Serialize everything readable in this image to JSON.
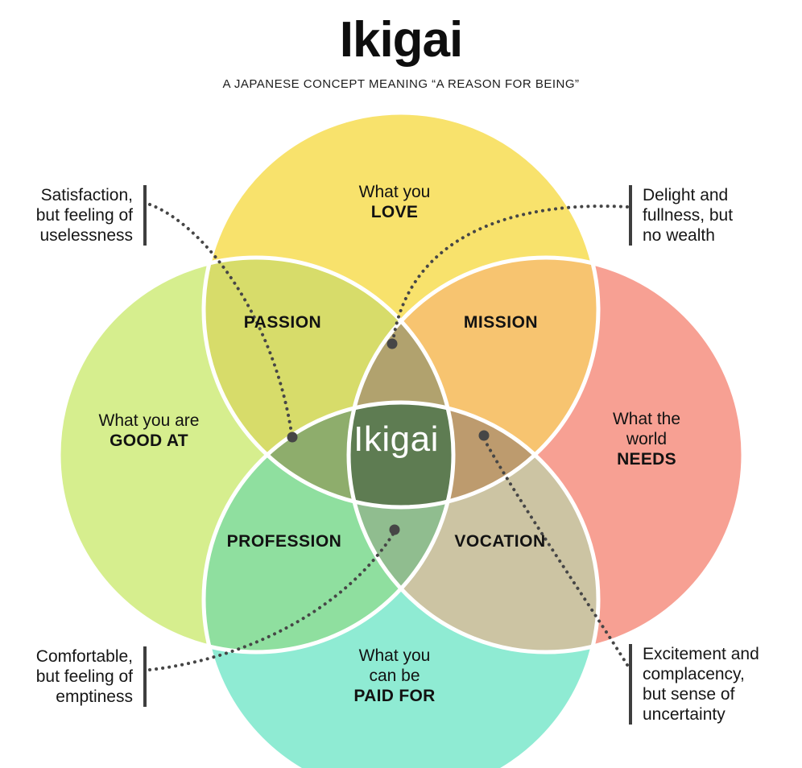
{
  "header": {
    "title": "Ikigai",
    "subtitle": "A JAPANESE CONCEPT MEANING “A REASON FOR BEING”"
  },
  "circles": {
    "love": {
      "line1": "What you",
      "bold": "LOVE",
      "color": "#F8E26C"
    },
    "good_at": {
      "line1": "What you are",
      "bold": "GOOD AT",
      "color": "#D6EE8E"
    },
    "needs": {
      "line1": "What the",
      "line2": "world",
      "bold": "NEEDS",
      "color": "#F7A093"
    },
    "paid_for": {
      "line1": "What you",
      "line2": "can be",
      "bold": "PAID FOR",
      "color": "#8FEBD3"
    }
  },
  "overlaps": {
    "passion": {
      "label": "PASSION",
      "color": "#D7DC6A"
    },
    "mission": {
      "label": "MISSION",
      "color": "#F7C470"
    },
    "profession": {
      "label": "PROFESSION",
      "color": "#8FDF9F"
    },
    "vocation": {
      "label": "VOCATION",
      "color": "#CCC4A3"
    },
    "center": {
      "label": "Ikigai",
      "color": "#5E7C52"
    }
  },
  "triple_overlaps": {
    "top": "#B1A26E",
    "left": "#8EAD6C",
    "right": "#BD9B6E",
    "bottom": "#90BD8F"
  },
  "annotations": {
    "top_left": {
      "line1": "Satisfaction,",
      "line2": "but feeling of",
      "line3": "uselessness"
    },
    "top_right": {
      "line1": "Delight and",
      "line2": "fullness, but",
      "line3": "no wealth"
    },
    "bottom_left": {
      "line1": "Comfortable,",
      "line2": "but feeling of",
      "line3": "emptiness"
    },
    "bottom_right": {
      "line1": "Excitement and",
      "line2": "complacency,",
      "line3": "but sense of",
      "line4": "uncertainty"
    }
  },
  "connector_color": "#464646"
}
